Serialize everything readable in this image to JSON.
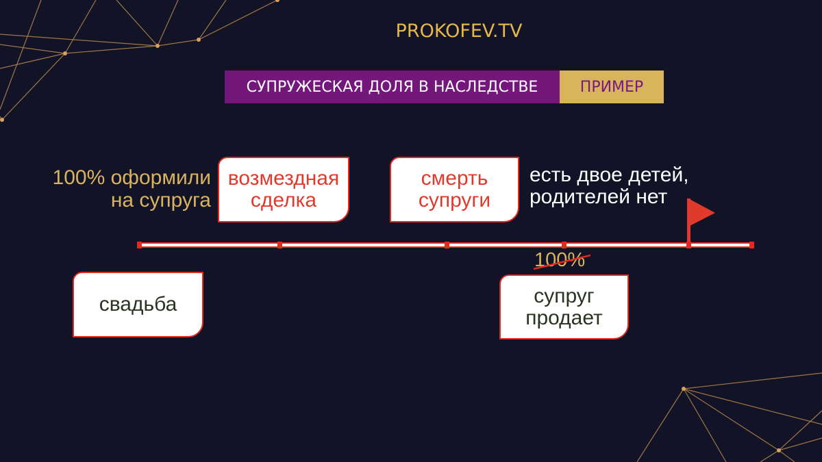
{
  "brand": "PROKOFEV.TV",
  "banner": {
    "title": "СУПРУЖЕСКАЯ ДОЛЯ В НАСЛЕДСТВЕ",
    "tag": "ПРИМЕР"
  },
  "left_note": [
    "100% оформили",
    "на супруга"
  ],
  "events_top": [
    {
      "lines": [
        "возмездная",
        "сделка"
      ]
    },
    {
      "lines": [
        "смерть",
        "супруги"
      ]
    }
  ],
  "note_right": [
    "есть двое детей,",
    "родителей нет"
  ],
  "events_bottom": [
    {
      "lines": [
        "свадьба"
      ]
    },
    {
      "lines": [
        "супруг",
        "продает"
      ]
    }
  ],
  "struck_share": "100%",
  "colors": {
    "background": "#121326",
    "accent_purple": "#73177b",
    "accent_gold": "#d8b55c",
    "red": "#e12a20"
  }
}
